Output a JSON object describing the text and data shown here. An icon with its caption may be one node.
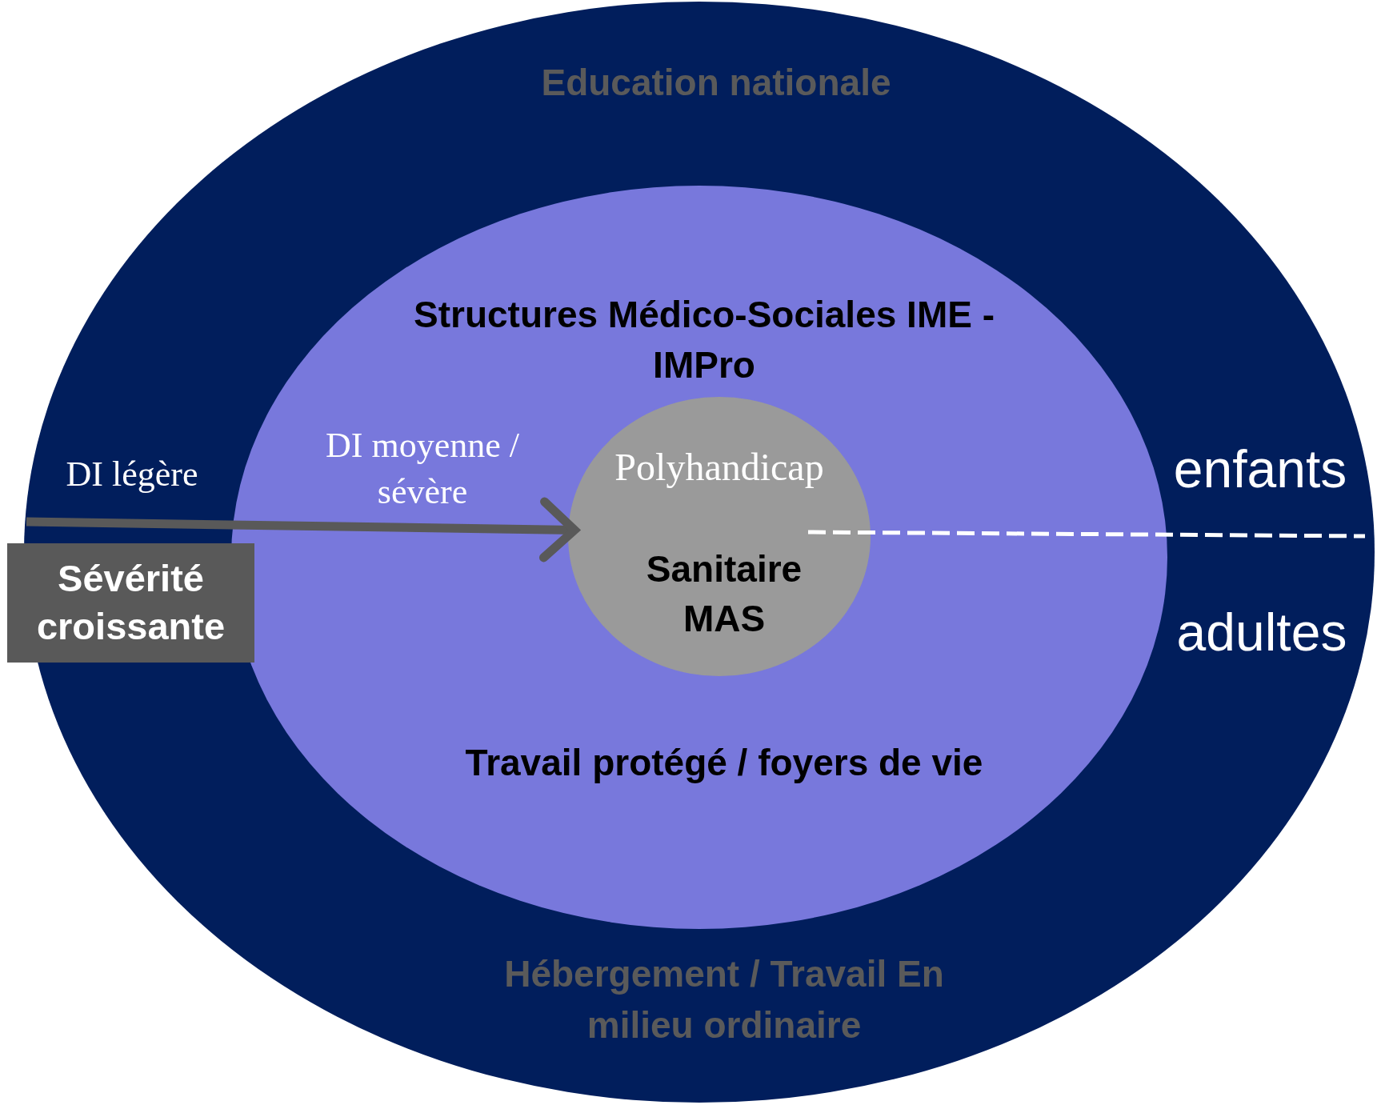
{
  "diagram": {
    "nodes": [
      {
        "text": [
          "Education nationale",
          "Hébergement / Travail En milieu ordinaire"
        ]
      },
      {
        "text": [
          "Structures Médico-Sociales IME - IMPro",
          "Travail protégé / foyers de vie"
        ],
        "in": 0
      },
      {
        "text": [
          "Polyhandicap",
          "Sanitaire MAS"
        ],
        "in": 1
      },
      {
        "text": [
          "Sévérité croissante"
        ]
      }
    ],
    "edges": [
      {
        "from": null,
        "to": 2,
        "arrow": "to"
      }
    ],
    "labels": [
      "DI légère",
      "DI moyenne / sévère",
      "enfants",
      "adultes"
    ]
  }
}
